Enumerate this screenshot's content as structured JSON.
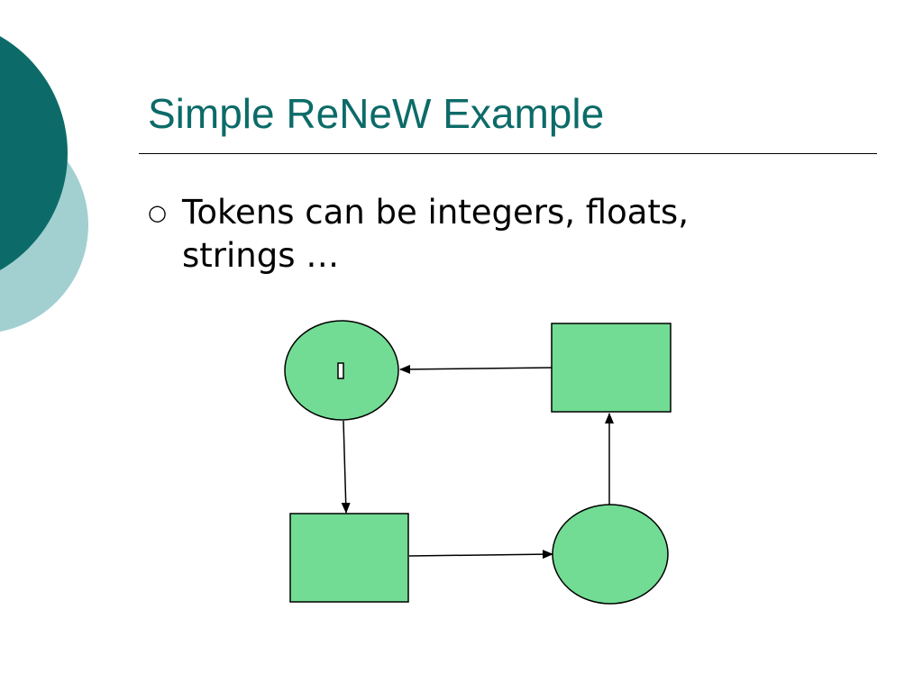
{
  "slide": {
    "title": "Simple ReNeW Example",
    "bullets": [
      {
        "marker": "○",
        "text": "Tokens can be integers, floats, strings …"
      }
    ]
  },
  "colors": {
    "title": "#0c6b68",
    "deco_dark": "#0c6b68",
    "deco_light": "#a2cfd0",
    "node_fill": "#72dc94",
    "node_stroke": "#000000",
    "arc": "#000000"
  },
  "diagram": {
    "nodes": [
      {
        "id": "place-top-left",
        "kind": "place",
        "has_token": true
      },
      {
        "id": "transition-top-right",
        "kind": "transition"
      },
      {
        "id": "transition-bottom-left",
        "kind": "transition"
      },
      {
        "id": "place-bottom-right",
        "kind": "place",
        "has_token": false
      }
    ],
    "arcs": [
      {
        "from": "transition-top-right",
        "to": "place-top-left"
      },
      {
        "from": "place-top-left",
        "to": "transition-bottom-left"
      },
      {
        "from": "transition-bottom-left",
        "to": "place-bottom-right"
      },
      {
        "from": "place-bottom-right",
        "to": "transition-top-right"
      }
    ]
  }
}
